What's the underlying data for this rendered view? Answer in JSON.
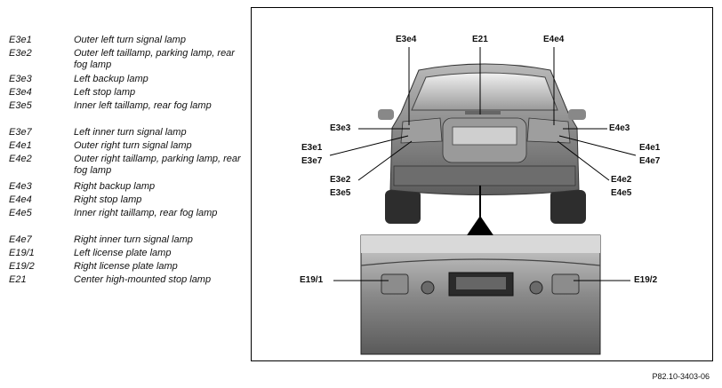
{
  "legend": [
    {
      "code": "E3e1",
      "desc": "Outer left turn signal lamp"
    },
    {
      "code": "E3e2",
      "desc": "Outer left taillamp, parking lamp, rear fog lamp"
    },
    {
      "code": "E3e3",
      "desc": "Left backup lamp"
    },
    {
      "code": "E3e4",
      "desc": "Left stop lamp"
    },
    {
      "code": "E3e5",
      "desc": "Inner left taillamp, rear fog lamp"
    },
    {
      "code": "E3e7",
      "desc": "Left inner turn signal lamp"
    },
    {
      "code": "E4e1",
      "desc": "Outer right turn signal lamp"
    },
    {
      "code": "E4e2",
      "desc": "Outer right taillamp, parking lamp, rear fog lamp"
    },
    {
      "code": "E4e3",
      "desc": "Right backup lamp"
    },
    {
      "code": "E4e4",
      "desc": "Right stop lamp"
    },
    {
      "code": "E4e5",
      "desc": "Inner right taillamp, rear fog lamp"
    },
    {
      "code": "E4e7",
      "desc": "Right inner turn signal lamp"
    },
    {
      "code": "E19/1",
      "desc": "Left license plate lamp"
    },
    {
      "code": "E19/2",
      "desc": "Right license plate lamp"
    },
    {
      "code": "E21",
      "desc": "Center high-mounted stop lamp"
    }
  ],
  "callouts": {
    "e3e4": "E3e4",
    "e21": "E21",
    "e4e4": "E4e4",
    "e3e3": "E3e3",
    "e4e3": "E4e3",
    "e3e1": "E3e1",
    "e3e7": "E3e7",
    "e4e1": "E4e1",
    "e4e7": "E4e7",
    "e3e2": "E3e2",
    "e3e5": "E3e5",
    "e4e2": "E4e2",
    "e4e5": "E4e5",
    "e19_1": "E19/1",
    "e19_2": "E19/2"
  },
  "figure_code": "P82.10-3403-06"
}
